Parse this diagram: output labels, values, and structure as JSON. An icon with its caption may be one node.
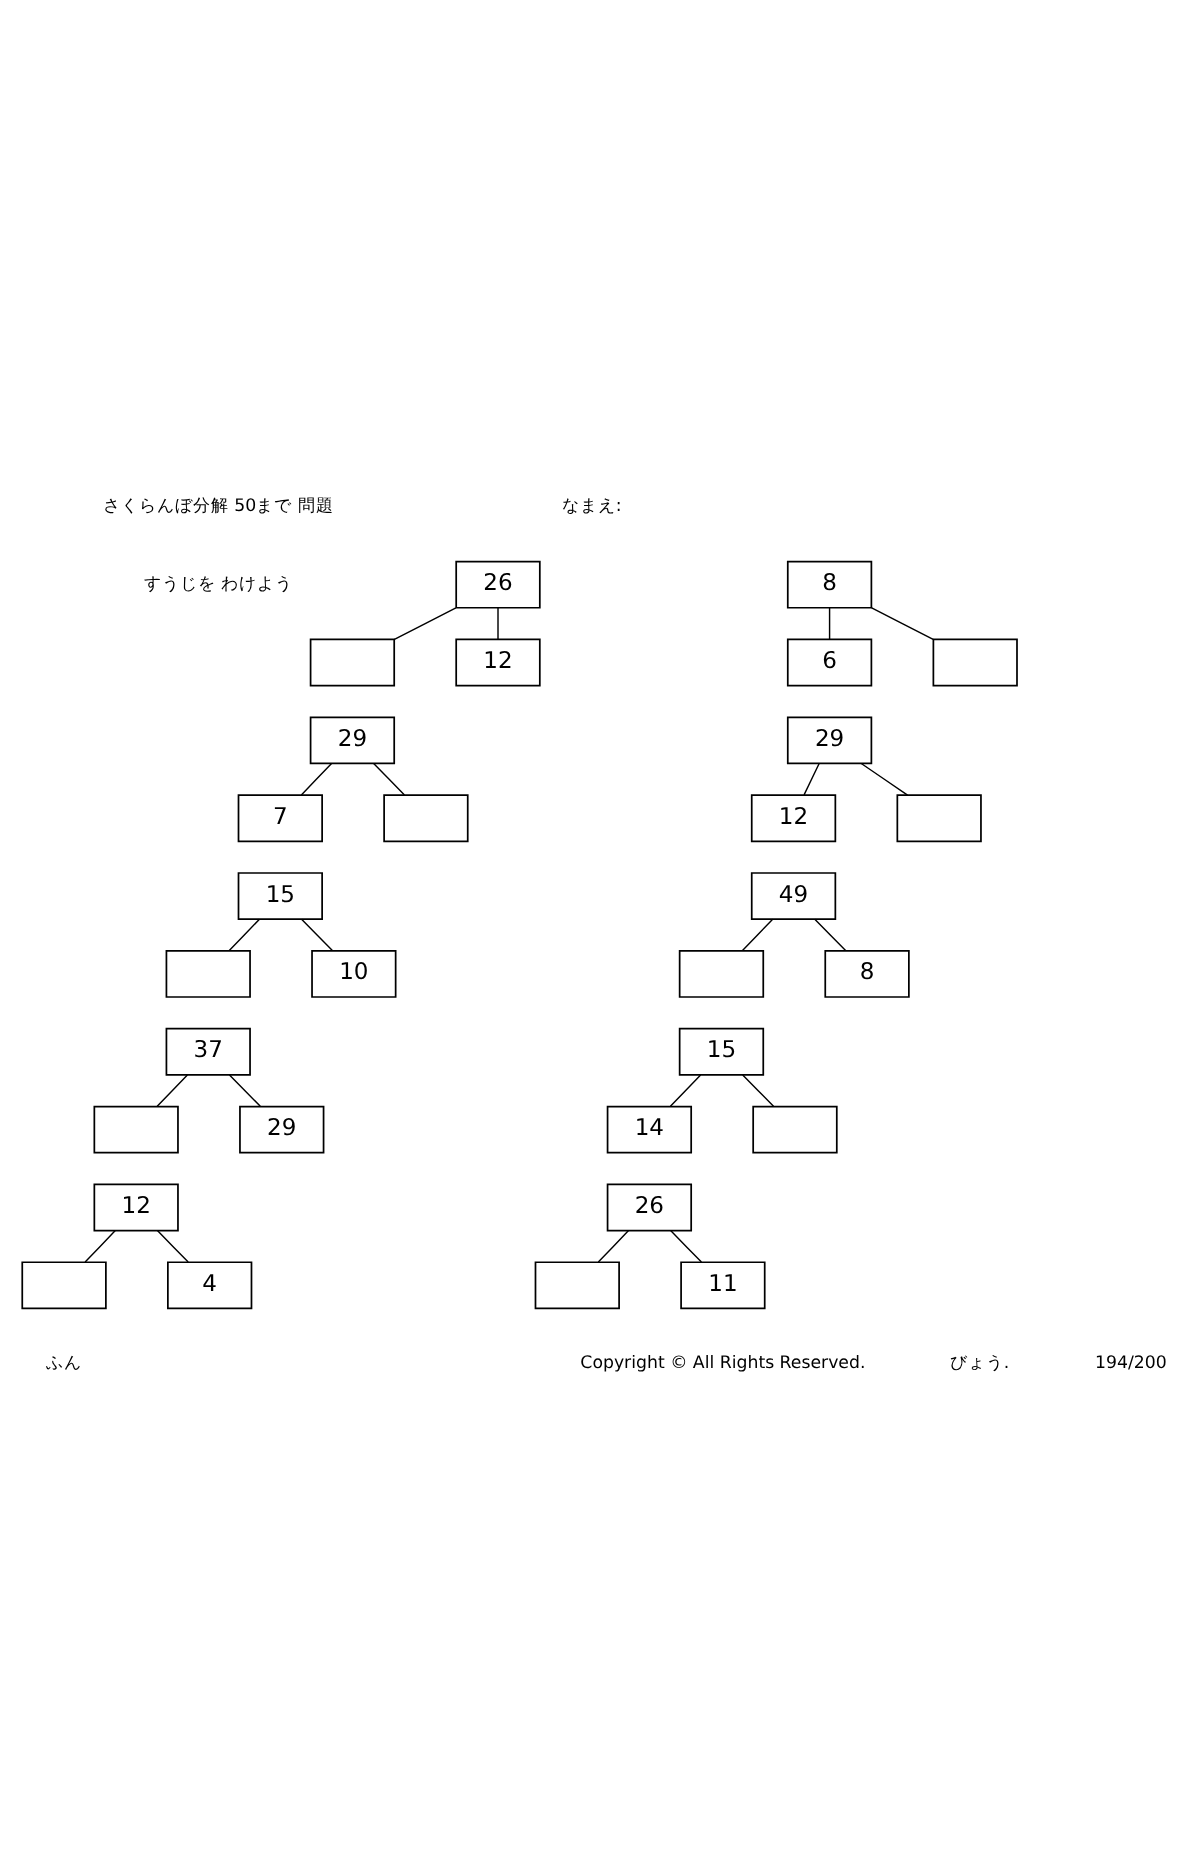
{
  "diagram": {
    "nodes": [
      {
        "text": [
          "26"
        ]
      },
      {
        "text": [],
        "shape": "box"
      },
      {
        "text": [
          "12"
        ]
      },
      {
        "text": [
          "8"
        ]
      },
      {
        "text": [
          "6"
        ]
      },
      {
        "text": [],
        "shape": "box"
      },
      {
        "text": [
          "29"
        ]
      },
      {
        "text": [
          "7"
        ]
      },
      {
        "text": [],
        "shape": "box"
      },
      {
        "text": [
          "29"
        ]
      },
      {
        "text": [
          "12"
        ]
      },
      {
        "text": [],
        "shape": "box"
      },
      {
        "text": [
          "15"
        ]
      },
      {
        "text": [],
        "shape": "box"
      },
      {
        "text": [
          "10"
        ]
      },
      {
        "text": [
          "49"
        ]
      },
      {
        "text": [],
        "shape": "box"
      },
      {
        "text": [
          "8"
        ]
      },
      {
        "text": [
          "37"
        ]
      },
      {
        "text": [],
        "shape": "box"
      },
      {
        "text": [
          "29"
        ]
      },
      {
        "text": [
          "15"
        ]
      },
      {
        "text": [
          "14"
        ]
      },
      {
        "text": [],
        "shape": "box"
      },
      {
        "text": [
          "12"
        ]
      },
      {
        "text": [],
        "shape": "box"
      },
      {
        "text": [
          "4"
        ]
      },
      {
        "text": [
          "26"
        ]
      },
      {
        "text": [],
        "shape": "box"
      },
      {
        "text": [
          "11"
        ]
      }
    ],
    "edges": [
      {
        "from": 0,
        "to": 1,
        "arrow": "none"
      },
      {
        "from": 0,
        "to": 2,
        "arrow": "none"
      },
      {
        "from": 3,
        "to": 4,
        "arrow": "none"
      },
      {
        "from": 3,
        "to": 5,
        "arrow": "none"
      },
      {
        "from": 6,
        "to": 7,
        "arrow": "none"
      },
      {
        "from": 6,
        "to": 8,
        "arrow": "none"
      },
      {
        "from": 9,
        "to": 10,
        "arrow": "none"
      },
      {
        "from": 9,
        "to": 11,
        "arrow": "none"
      },
      {
        "from": 12,
        "to": 13,
        "arrow": "none"
      },
      {
        "from": 12,
        "to": 14,
        "arrow": "none"
      },
      {
        "from": 15,
        "to": 16,
        "arrow": "none"
      },
      {
        "from": 15,
        "to": 17,
        "arrow": "none"
      },
      {
        "from": 18,
        "to": 19,
        "arrow": "none"
      },
      {
        "from": 18,
        "to": 20,
        "arrow": "none"
      },
      {
        "from": 21,
        "to": 22,
        "arrow": "none"
      },
      {
        "from": 21,
        "to": 23,
        "arrow": "none"
      },
      {
        "from": 24,
        "to": 25,
        "arrow": "none"
      },
      {
        "from": 24,
        "to": 26,
        "arrow": "none"
      },
      {
        "from": 27,
        "to": 28,
        "arrow": "none"
      },
      {
        "from": 27,
        "to": 29,
        "arrow": "none"
      }
    ],
    "labels": [
      "さくらんぼ分解 50まで 問題",
      "すうじを わけよう",
      "なまえ:",
      "ふん",
      "びょう.",
      "194/200",
      "Copyright © All Rights Reserved."
    ]
  }
}
